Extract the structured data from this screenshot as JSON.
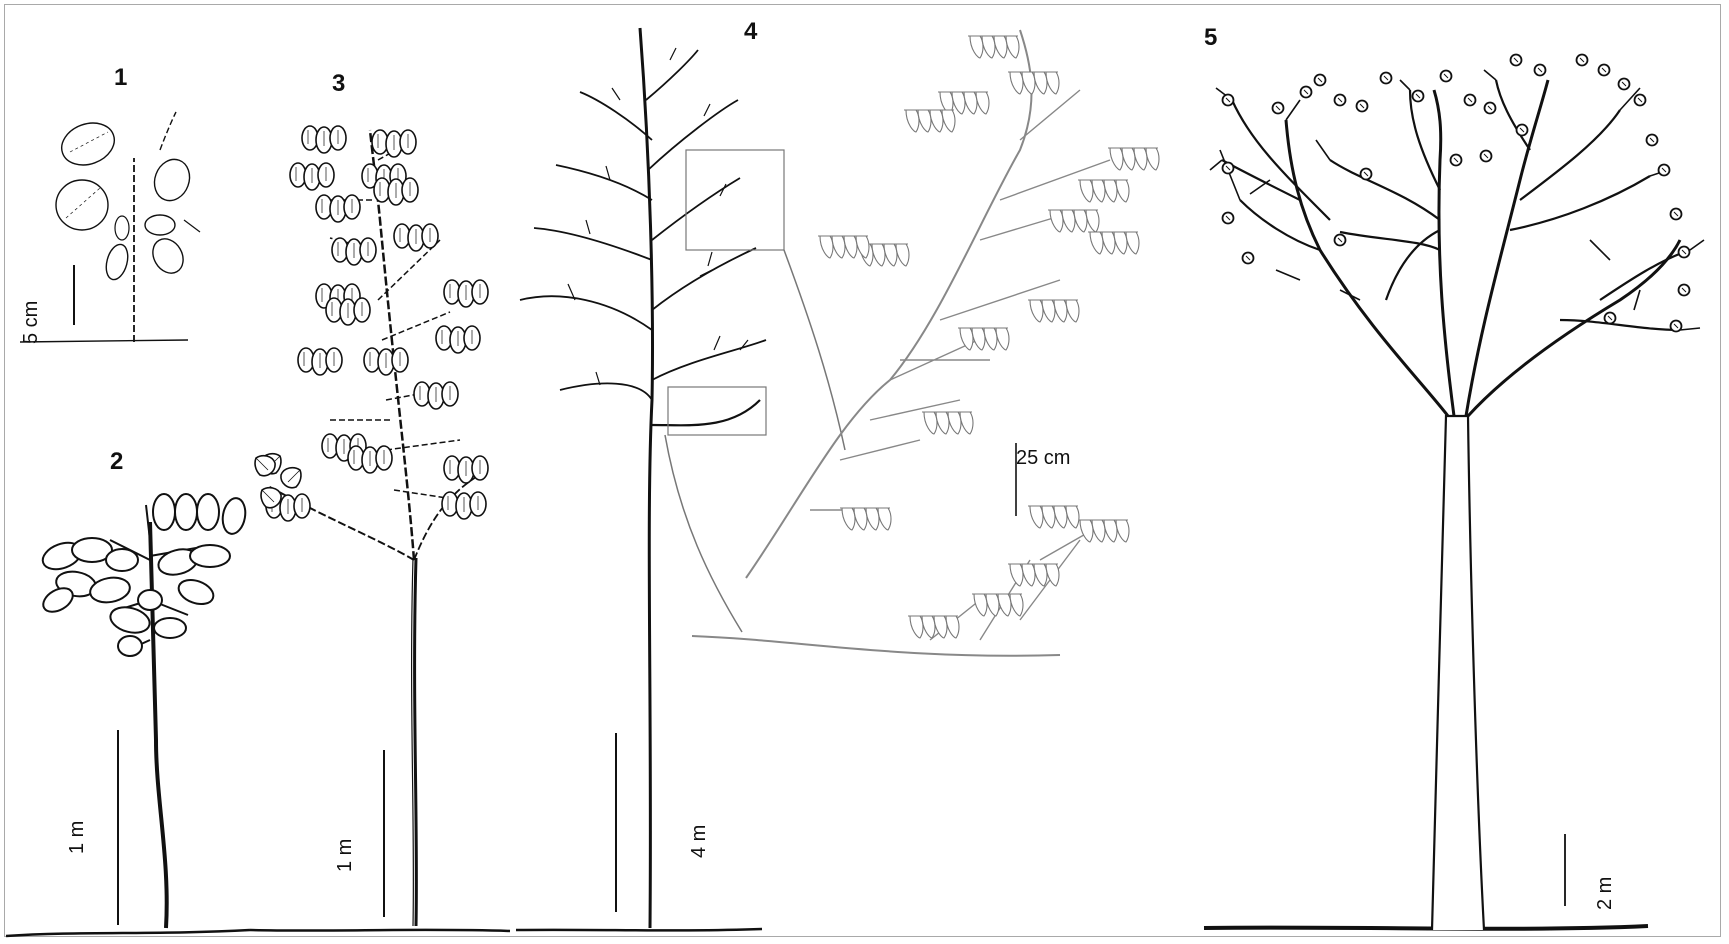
{
  "panels": {
    "p1": {
      "label": "1",
      "scale": "5 cm"
    },
    "p2": {
      "label": "2",
      "scale": "1 m"
    },
    "p3": {
      "label": "3",
      "scale": "1 m"
    },
    "p4": {
      "label": "4",
      "scale": "4 m",
      "detail_scale": "25 cm"
    },
    "p5": {
      "label": "5",
      "scale": "2 m"
    }
  },
  "colors": {
    "ink": "#111111",
    "detail_line": "#8a8a8a",
    "frame": "#a9a9a9",
    "background": "#ffffff"
  }
}
